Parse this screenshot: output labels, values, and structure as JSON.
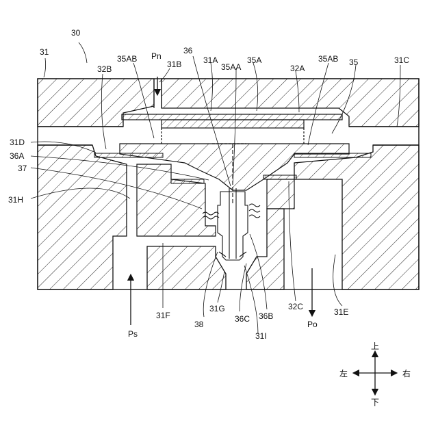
{
  "figure": {
    "labels": {
      "l30": "30",
      "l31": "31",
      "l35AB_a": "35AB",
      "lPn": "Pn",
      "l31B": "31B",
      "l36": "36",
      "l31A": "31A",
      "l35AA": "35AA",
      "l35A": "35A",
      "l32A": "32A",
      "l35AB_b": "35AB",
      "l35": "35",
      "l31C": "31C",
      "l32B": "32B",
      "l31D": "31D",
      "l36A": "36A",
      "l37": "37",
      "l31H": "31H",
      "lPs": "Ps",
      "l31F": "31F",
      "l38": "38",
      "l31G": "31G",
      "l36C": "36C",
      "l31I": "31I",
      "l36B": "36B",
      "l32C": "32C",
      "lPo": "Po",
      "l31E": "31E"
    },
    "compass": {
      "up": "上",
      "down": "下",
      "left": "左",
      "right": "右"
    }
  }
}
